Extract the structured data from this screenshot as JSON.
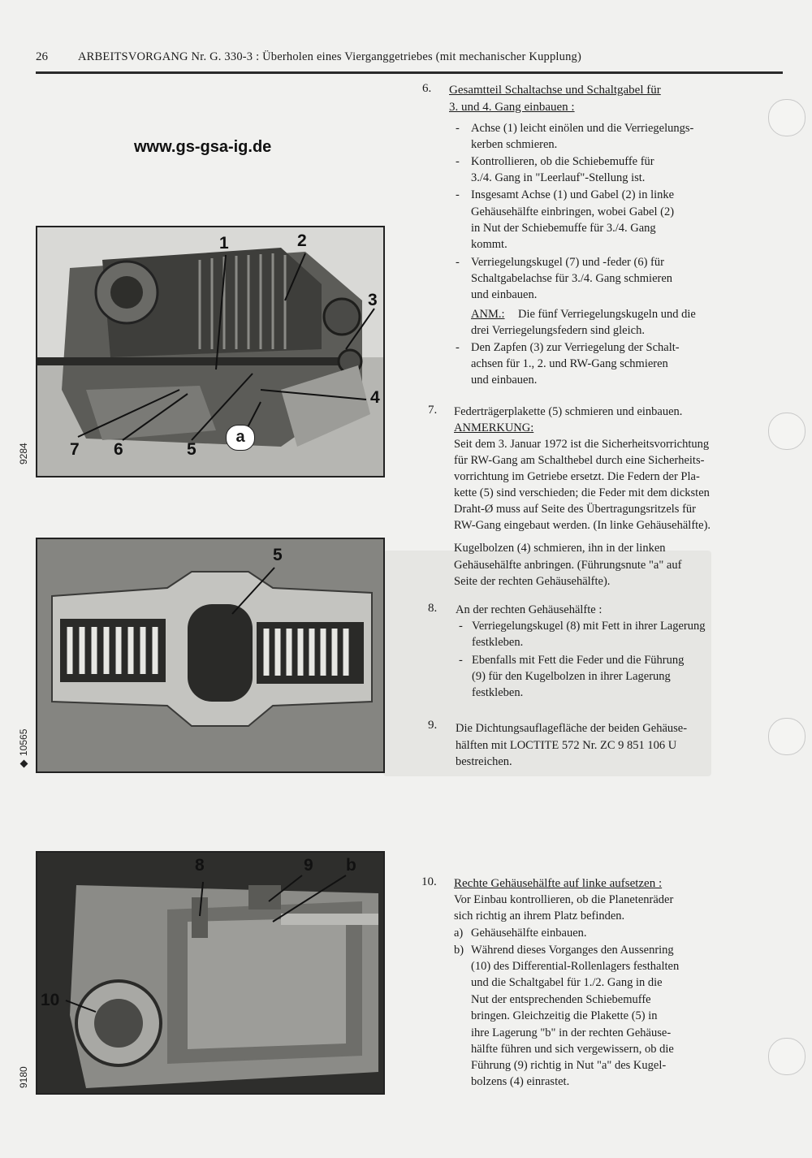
{
  "header": {
    "page_number": "26",
    "title": "ARBEITSVORGANG Nr. G. 330-3 : Überholen eines Vierganggetriebes (mit mechanischer Kupplung)"
  },
  "website": "www.gs-gsa-ig.de",
  "figures": [
    {
      "code": "9284",
      "callouts": [
        "1",
        "2",
        "3",
        "4",
        "5",
        "6",
        "7",
        "a"
      ]
    },
    {
      "code": "10565",
      "callouts": [
        "5"
      ]
    },
    {
      "code": "9180",
      "callouts": [
        "8",
        "9",
        "b",
        "10"
      ]
    }
  ],
  "steps": {
    "s6": {
      "number": "6.",
      "title_l1": "Gesamtteil Schaltachse und Schaltgabel für",
      "title_l2": "3. und 4. Gang einbauen :",
      "b1": [
        "Achse (1) leicht einölen und die Verriegelungs-",
        "kerben schmieren."
      ],
      "b2": [
        "Kontrollieren, ob die Schiebemuffe für",
        "3./4. Gang in \"Leerlauf\"-Stellung ist."
      ],
      "b3": [
        "Insgesamt Achse (1) und Gabel (2) in linke",
        "Gehäusehälfte einbringen, wobei Gabel (2)",
        "in Nut der Schiebemuffe für 3./4. Gang",
        "kommt."
      ],
      "b4": [
        "Verriegelungskugel (7) und -feder (6) für",
        "Schaltgabelachse für 3./4. Gang schmieren",
        "und einbauen."
      ],
      "anm_label": "ANM.:",
      "anm": [
        "Die fünf Verriegelungskugeln und die",
        "drei Verriegelungsfedern sind gleich."
      ],
      "b5": [
        "Den Zapfen (3) zur Verriegelung der Schalt-",
        "achsen für 1., 2. und RW-Gang schmieren",
        "und einbauen."
      ]
    },
    "s7": {
      "number": "7.",
      "title": "Federträgerplakette (5) schmieren und einbauen.",
      "anm_label": "ANMERKUNG:",
      "note": [
        "Seit dem 3. Januar 1972 ist die Sicherheitsvorrichtung",
        "für RW-Gang am Schalthebel durch eine Sicherheits-",
        "vorrichtung im Getriebe ersetzt. Die Federn der Pla-",
        "kette (5) sind verschieden; die Feder mit dem dicksten",
        "Draht-Ø muss auf Seite des Übertragungsritzels für",
        "RW-Gang eingebaut werden. (In linke Gehäusehälfte)."
      ],
      "para": [
        "Kugelbolzen (4) schmieren, ihn in der linken",
        "Gehäusehälfte anbringen. (Führungsnute \"a\" auf",
        "Seite der rechten Gehäusehälfte)."
      ]
    },
    "s8": {
      "number": "8.",
      "title": "An der rechten Gehäusehälfte :",
      "b1": [
        "Verriegelungskugel (8) mit Fett in ihrer Lagerung",
        "festkleben."
      ],
      "b2": [
        "Ebenfalls mit Fett die Feder und die Führung",
        "(9) für den Kugelbolzen in ihrer Lagerung",
        "festkleben."
      ]
    },
    "s9": {
      "number": "9.",
      "text": [
        "Die Dichtungsauflagefläche der beiden Gehäuse-",
        "hälften mit LOCTITE 572 Nr. ZC 9 851 106 U",
        "bestreichen."
      ]
    },
    "s10": {
      "number": "10.",
      "title": "Rechte Gehäusehälfte auf linke aufsetzen :",
      "intro": [
        "Vor Einbau kontrollieren, ob die Planetenräder",
        "sich richtig an ihrem Platz befinden."
      ],
      "a_label": "a)",
      "a": "Gehäusehälfte einbauen.",
      "b_label": "b)",
      "b": [
        "Während dieses Vorganges den Aussenring",
        "(10) des Differential-Rollenlagers festhalten",
        "und die Schaltgabel für 1./2. Gang in die",
        "Nut der entsprechenden Schiebemuffe",
        "bringen. Gleichzeitig die Plakette (5) in",
        "ihre Lagerung \"b\" in der rechten Gehäuse-",
        "hälfte führen und sich vergewissern, ob die",
        "Führung (9) richtig in Nut \"a\" des Kugel-",
        "bolzens (4) einrastet."
      ]
    }
  },
  "dash": "-",
  "colors": {
    "ink": "#1c1c1c",
    "paper": "#f1f1ef",
    "photo_mid": "#8d8d89"
  }
}
